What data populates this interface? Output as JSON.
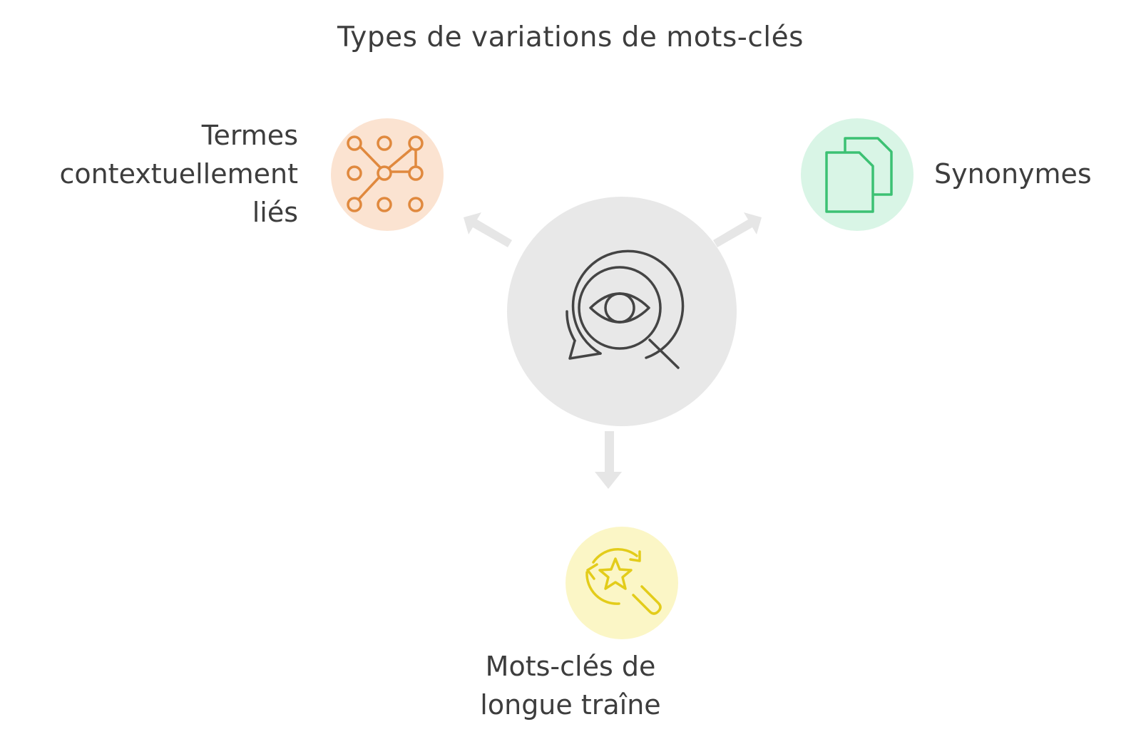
{
  "title": "Types de variations de mots-clés",
  "center": {
    "icon": "eye-search-icon",
    "color": "#e8e8e8"
  },
  "nodes": [
    {
      "id": "contextual",
      "label": "Termes\ncontextuellement\nliés",
      "icon": "network-nodes-icon",
      "bg": "#fbe3d1",
      "stroke": "#e0893e"
    },
    {
      "id": "synonyms",
      "label": "Synonymes",
      "icon": "copy-documents-icon",
      "bg": "#d9f5e6",
      "stroke": "#3cc173"
    },
    {
      "id": "longtail",
      "label": "Mots-clés de\nlongue traîne",
      "icon": "star-search-icon",
      "bg": "#fbf6c6",
      "stroke": "#e3cc1a"
    }
  ],
  "colors": {
    "arrow": "#e6e6e6",
    "icon_dark": "#444444"
  }
}
